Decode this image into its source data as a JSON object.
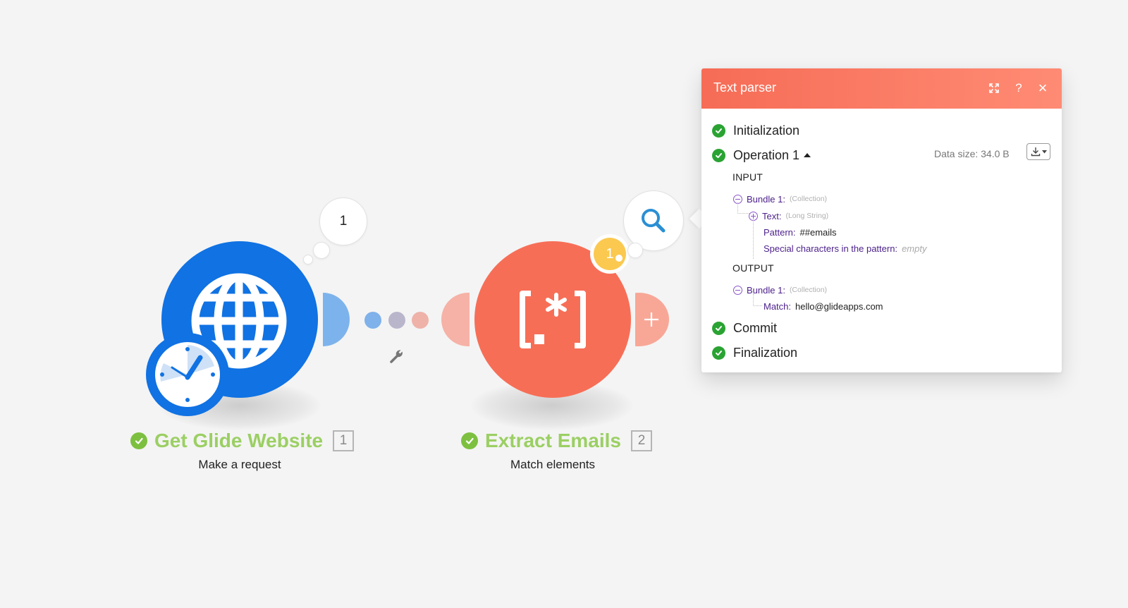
{
  "modules": [
    {
      "title": "Get Glide Website",
      "index": "1",
      "subtitle": "Make a request",
      "icon": "globe-clock-icon",
      "color": "#1072e3",
      "operations_bubble": "1"
    },
    {
      "title": "Extract Emails",
      "index": "2",
      "subtitle": "Match elements",
      "icon": "regex-icon",
      "color": "#f76e57",
      "operations_badge": "1",
      "inspect_icon": "search-icon"
    }
  ],
  "connector": {
    "dot_colors": [
      "#7fb1ea",
      "#b9b6cc",
      "#eeb2a9"
    ],
    "settings_icon": "wrench-icon"
  },
  "panel": {
    "title": "Text parser",
    "header_buttons": [
      "expand-icon",
      "help-icon",
      "close-icon"
    ],
    "help_label": "?",
    "close_label": "×",
    "steps": {
      "initialization": "Initialization",
      "operation": "Operation 1",
      "commit": "Commit",
      "finalization": "Finalization"
    },
    "data_size": "Data size: 34.0 B",
    "input": {
      "label": "INPUT",
      "bundle_key": "Bundle 1:",
      "bundle_type": "(Collection)",
      "text_key": "Text:",
      "text_type": "(Long String)",
      "pattern_key": "Pattern:",
      "pattern_value": "##emails",
      "special_key": "Special characters in the pattern:",
      "special_value": "empty"
    },
    "output": {
      "label": "OUTPUT",
      "bundle_key": "Bundle 1:",
      "bundle_type": "(Collection)",
      "match_key": "Match:",
      "match_value": "hello@glideapps.com"
    },
    "status_color": "#2aa333",
    "header_gradient": [
      "#f66c56",
      "#ff8b74"
    ]
  }
}
